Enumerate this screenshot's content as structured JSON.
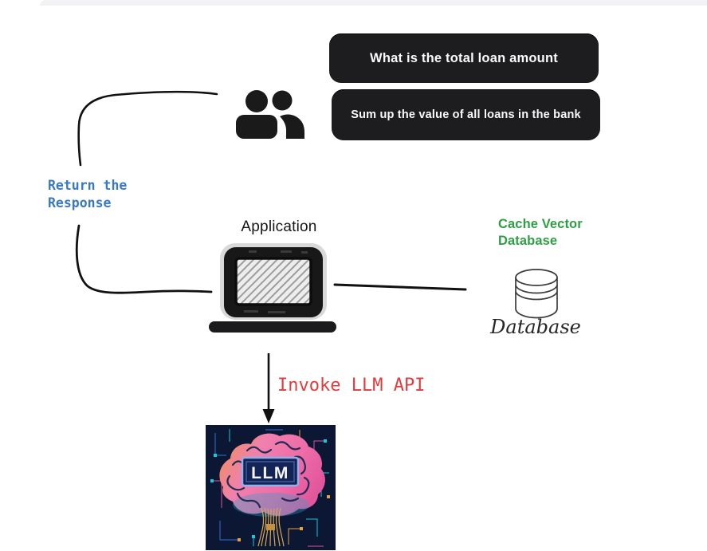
{
  "queries": {
    "q1": "What is the total loan amount",
    "q2": "Sum up the value of all loans in the bank"
  },
  "return_label": {
    "line1": "Return the",
    "line2": "Response"
  },
  "application": {
    "label": "Application"
  },
  "cache_db": {
    "heading_line1": "Cache Vector",
    "heading_line2": "Database",
    "caption": "Database"
  },
  "invoke": {
    "label": "Invoke LLM API"
  },
  "llm": {
    "badge": "LLM"
  },
  "colors": {
    "bubble_bg": "#1d1d1f",
    "bubble_text": "#fafafa",
    "return_blue": "#3a79c2",
    "invoke_red": "#e23b3b",
    "cache_green": "#2f9e44",
    "ink": "#121212"
  },
  "icons": {
    "users": "users-icon",
    "laptop": "laptop-icon",
    "database": "database-cylinder-icon",
    "brain": "llm-brain-image"
  }
}
